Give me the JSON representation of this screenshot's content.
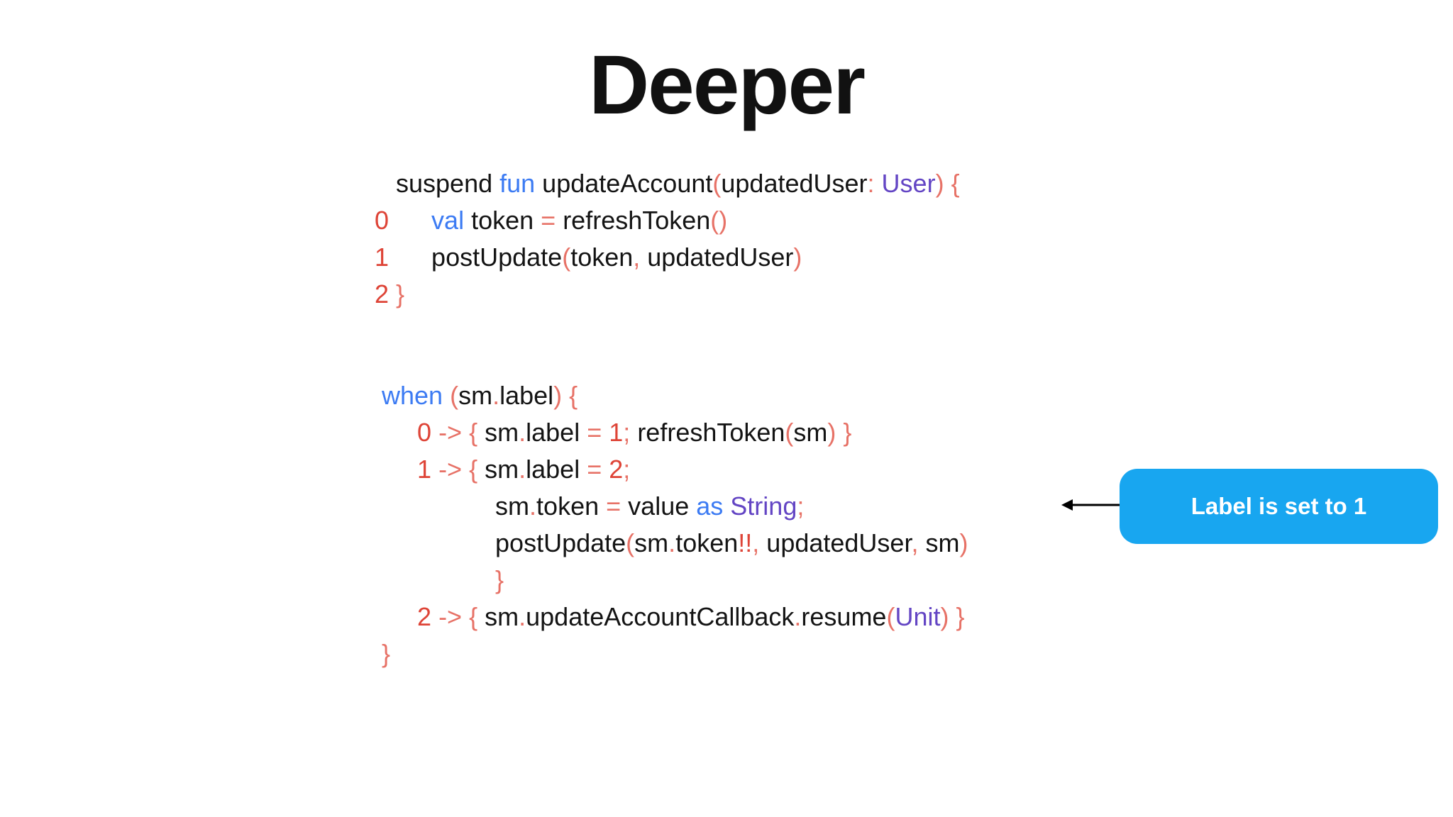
{
  "title": "Deeper",
  "colors": {
    "plain": "#141414",
    "keyword": "#3c7bf3",
    "type": "#6345c4",
    "punct": "#e77267",
    "num": "#de4437",
    "callout_bg": "#18a6f0",
    "callout_text": "#ffffff",
    "arrow": "#000000"
  },
  "code_blocks": {
    "suspend_function": {
      "lines": [
        [
          [
            "   suspend ",
            "plain"
          ],
          [
            "fun",
            "keyword"
          ],
          [
            " updateAccount",
            "plain"
          ],
          [
            "(",
            "punct"
          ],
          [
            "updatedUser",
            "plain"
          ],
          [
            ":",
            "punct"
          ],
          [
            " ",
            "plain"
          ],
          [
            "User",
            "type"
          ],
          [
            ")",
            "punct"
          ],
          [
            " {",
            "punct"
          ]
        ],
        [
          [
            "0",
            "num"
          ],
          [
            "      ",
            "plain"
          ],
          [
            "val",
            "keyword"
          ],
          [
            " token ",
            "plain"
          ],
          [
            "=",
            "punct"
          ],
          [
            " refreshToken",
            "plain"
          ],
          [
            "()",
            "punct"
          ]
        ],
        [
          [
            "1",
            "num"
          ],
          [
            "      ",
            "plain"
          ],
          [
            "postUpdate",
            "plain"
          ],
          [
            "(",
            "punct"
          ],
          [
            "token",
            "plain"
          ],
          [
            ",",
            "punct"
          ],
          [
            " updatedUser",
            "plain"
          ],
          [
            ")",
            "punct"
          ]
        ],
        [
          [
            "2",
            "num"
          ],
          [
            " ",
            "plain"
          ],
          [
            "}",
            "punct"
          ]
        ]
      ]
    },
    "state_machine_when": {
      "lines": [
        [
          [
            "when",
            "keyword"
          ],
          [
            " ",
            "plain"
          ],
          [
            "(",
            "punct"
          ],
          [
            "sm",
            "plain"
          ],
          [
            ".",
            "punct"
          ],
          [
            "label",
            "plain"
          ],
          [
            ")",
            "punct"
          ],
          [
            " {",
            "punct"
          ]
        ],
        [
          [
            "     ",
            "plain"
          ],
          [
            "0",
            "num"
          ],
          [
            " ",
            "plain"
          ],
          [
            "->",
            "punct"
          ],
          [
            " ",
            "plain"
          ],
          [
            "{",
            "punct"
          ],
          [
            " sm",
            "plain"
          ],
          [
            ".",
            "punct"
          ],
          [
            "label",
            "plain"
          ],
          [
            " ",
            "plain"
          ],
          [
            "=",
            "punct"
          ],
          [
            " ",
            "plain"
          ],
          [
            "1",
            "num"
          ],
          [
            ";",
            "punct"
          ],
          [
            " refreshToken",
            "plain"
          ],
          [
            "(",
            "punct"
          ],
          [
            "sm",
            "plain"
          ],
          [
            ")",
            "punct"
          ],
          [
            " }",
            "punct"
          ]
        ],
        [
          [
            "     ",
            "plain"
          ],
          [
            "1",
            "num"
          ],
          [
            " ",
            "plain"
          ],
          [
            "->",
            "punct"
          ],
          [
            " ",
            "plain"
          ],
          [
            "{",
            "punct"
          ],
          [
            " sm",
            "plain"
          ],
          [
            ".",
            "punct"
          ],
          [
            "label",
            "plain"
          ],
          [
            " ",
            "plain"
          ],
          [
            "=",
            "punct"
          ],
          [
            " ",
            "plain"
          ],
          [
            "2",
            "num"
          ],
          [
            ";",
            "punct"
          ]
        ],
        [
          [
            "                ",
            "plain"
          ],
          [
            "sm",
            "plain"
          ],
          [
            ".",
            "punct"
          ],
          [
            "token",
            "plain"
          ],
          [
            " ",
            "plain"
          ],
          [
            "=",
            "punct"
          ],
          [
            " value ",
            "plain"
          ],
          [
            "as",
            "keyword"
          ],
          [
            " ",
            "plain"
          ],
          [
            "String",
            "type"
          ],
          [
            ";",
            "punct"
          ]
        ],
        [
          [
            "                ",
            "plain"
          ],
          [
            "postUpdate",
            "plain"
          ],
          [
            "(",
            "punct"
          ],
          [
            "sm",
            "plain"
          ],
          [
            ".",
            "punct"
          ],
          [
            "token",
            "plain"
          ],
          [
            "!!",
            "num"
          ],
          [
            ",",
            "punct"
          ],
          [
            " updatedUser",
            "plain"
          ],
          [
            ",",
            "punct"
          ],
          [
            " sm",
            "plain"
          ],
          [
            ")",
            "punct"
          ]
        ],
        [
          [
            "                ",
            "plain"
          ],
          [
            "}",
            "punct"
          ]
        ],
        [
          [
            "     ",
            "plain"
          ],
          [
            "2",
            "num"
          ],
          [
            " ",
            "plain"
          ],
          [
            "->",
            "punct"
          ],
          [
            " ",
            "plain"
          ],
          [
            "{",
            "punct"
          ],
          [
            " sm",
            "plain"
          ],
          [
            ".",
            "punct"
          ],
          [
            "updateAccountCallback",
            "plain"
          ],
          [
            ".",
            "punct"
          ],
          [
            "resume",
            "plain"
          ],
          [
            "(",
            "punct"
          ],
          [
            "Unit",
            "type"
          ],
          [
            ")",
            "punct"
          ],
          [
            " }",
            "punct"
          ]
        ],
        [
          [
            "}",
            "punct"
          ]
        ]
      ]
    }
  },
  "callout": {
    "label": "Label is set to 1"
  }
}
